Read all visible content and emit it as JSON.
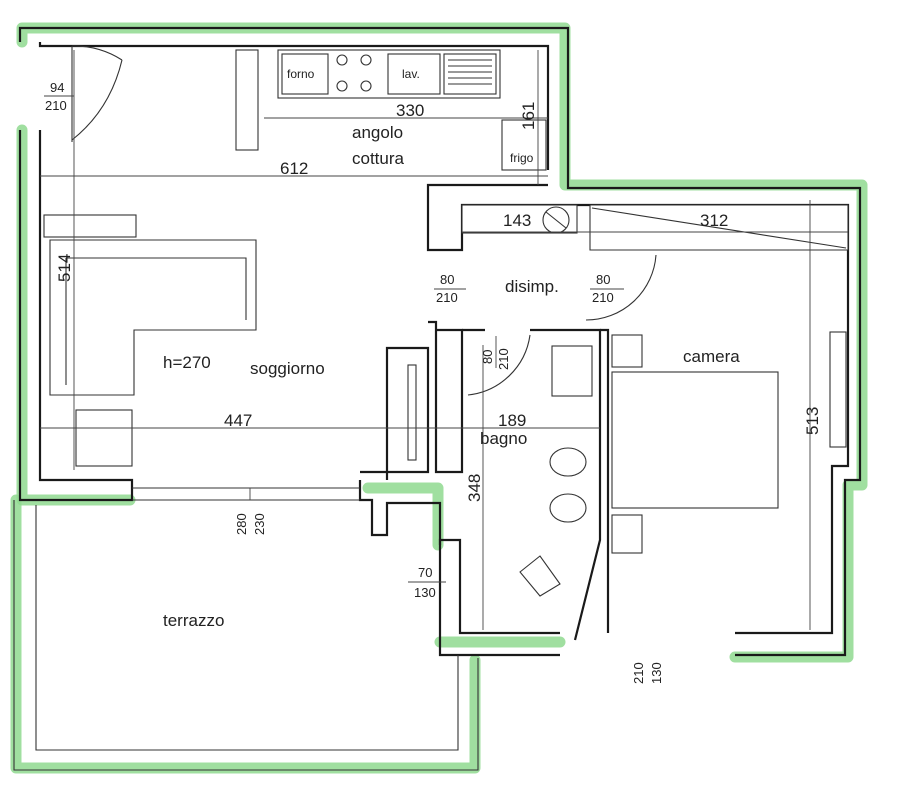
{
  "rooms": {
    "living": "soggiorno",
    "height": "h=270",
    "kitchen_line1": "angolo",
    "kitchen_line2": "cottura",
    "hall": "disimp.",
    "bathroom": "bagno",
    "bedroom": "camera",
    "terrace": "terrazzo"
  },
  "appliances": {
    "oven": "forno",
    "washer": "lav.",
    "fridge": "frigo"
  },
  "dimensions": {
    "kitchen_width": "330",
    "kitchen_depth": "161",
    "living_width": "612",
    "living_depth": "514",
    "living_lower": "447",
    "hall_width": "143",
    "wardrobe_width": "312",
    "bathroom_width": "189",
    "bathroom_depth": "348",
    "bedroom_depth": "513"
  },
  "openings": {
    "entry_door": {
      "w": "94",
      "h": "210"
    },
    "living_door": {
      "w": "80",
      "h": "210"
    },
    "bedroom_door": {
      "w": "80",
      "h": "210"
    },
    "bath_door": {
      "w": "80",
      "h": "210"
    },
    "terrace_window": {
      "w": "280",
      "h": "230"
    },
    "bath_window": {
      "w": "70",
      "h": "130"
    },
    "bedroom_window": {
      "w": "210",
      "h": "130"
    }
  }
}
